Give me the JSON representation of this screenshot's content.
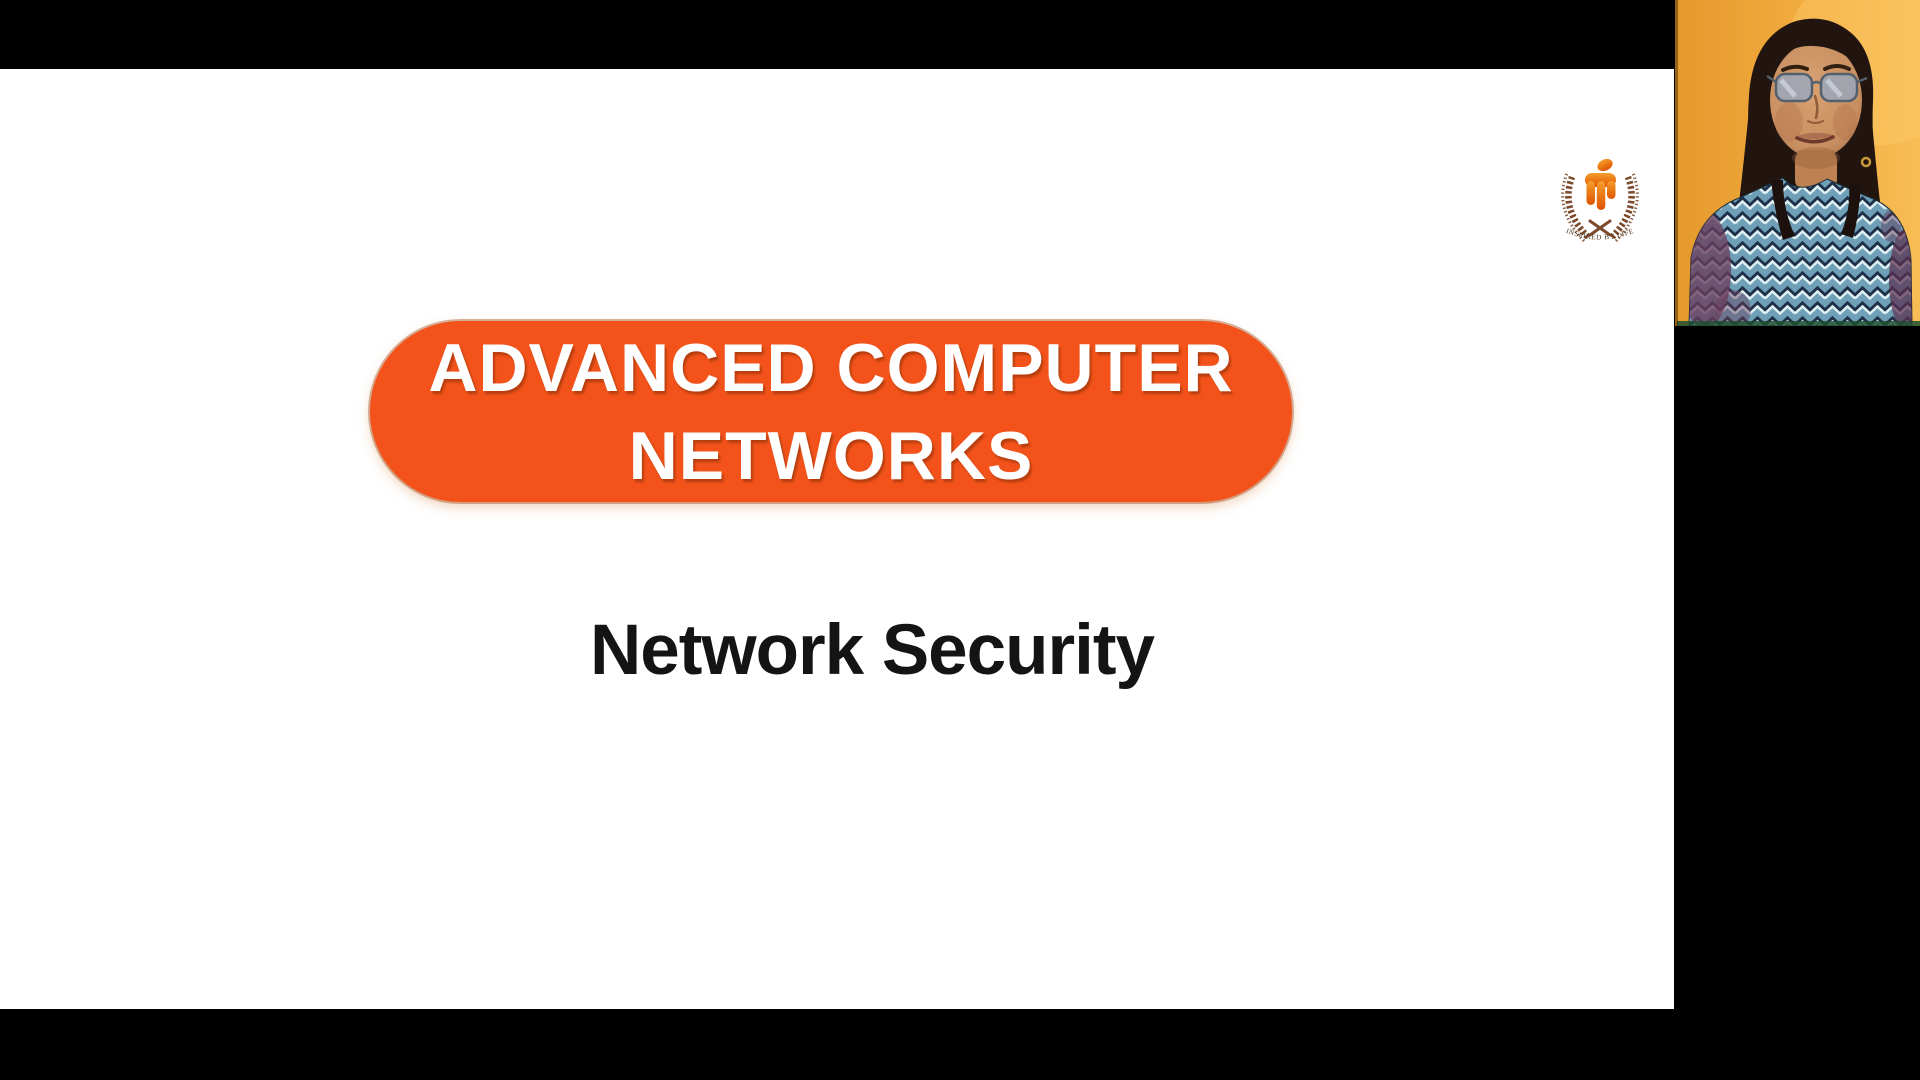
{
  "slide": {
    "title_line1": "ADVANCED COMPUTER",
    "title_line2": "NETWORKS",
    "subtitle": "Network Security",
    "colors": {
      "banner": "#F3531B",
      "banner_text": "#FFFFFF",
      "subtitle_text": "#141414",
      "slide_background": "#FFFFFF",
      "letterbox": "#000000"
    }
  },
  "logo": {
    "tagline": "INSPIRED BY LIFE",
    "colors": {
      "emblem_orange": "#EE6A10",
      "wreath_brown": "#7B4A2B",
      "tagline_text": "#4E3320"
    }
  },
  "webcam": {
    "colors": {
      "background_yellow": "#EFA83C",
      "shirt_chevron_dark": "#1E3048",
      "shirt_chevron_light": "#DFF0F4",
      "shirt_chevron_mid": "#6FA0B8",
      "hair": "#221510",
      "skin": "#C78E60"
    }
  }
}
